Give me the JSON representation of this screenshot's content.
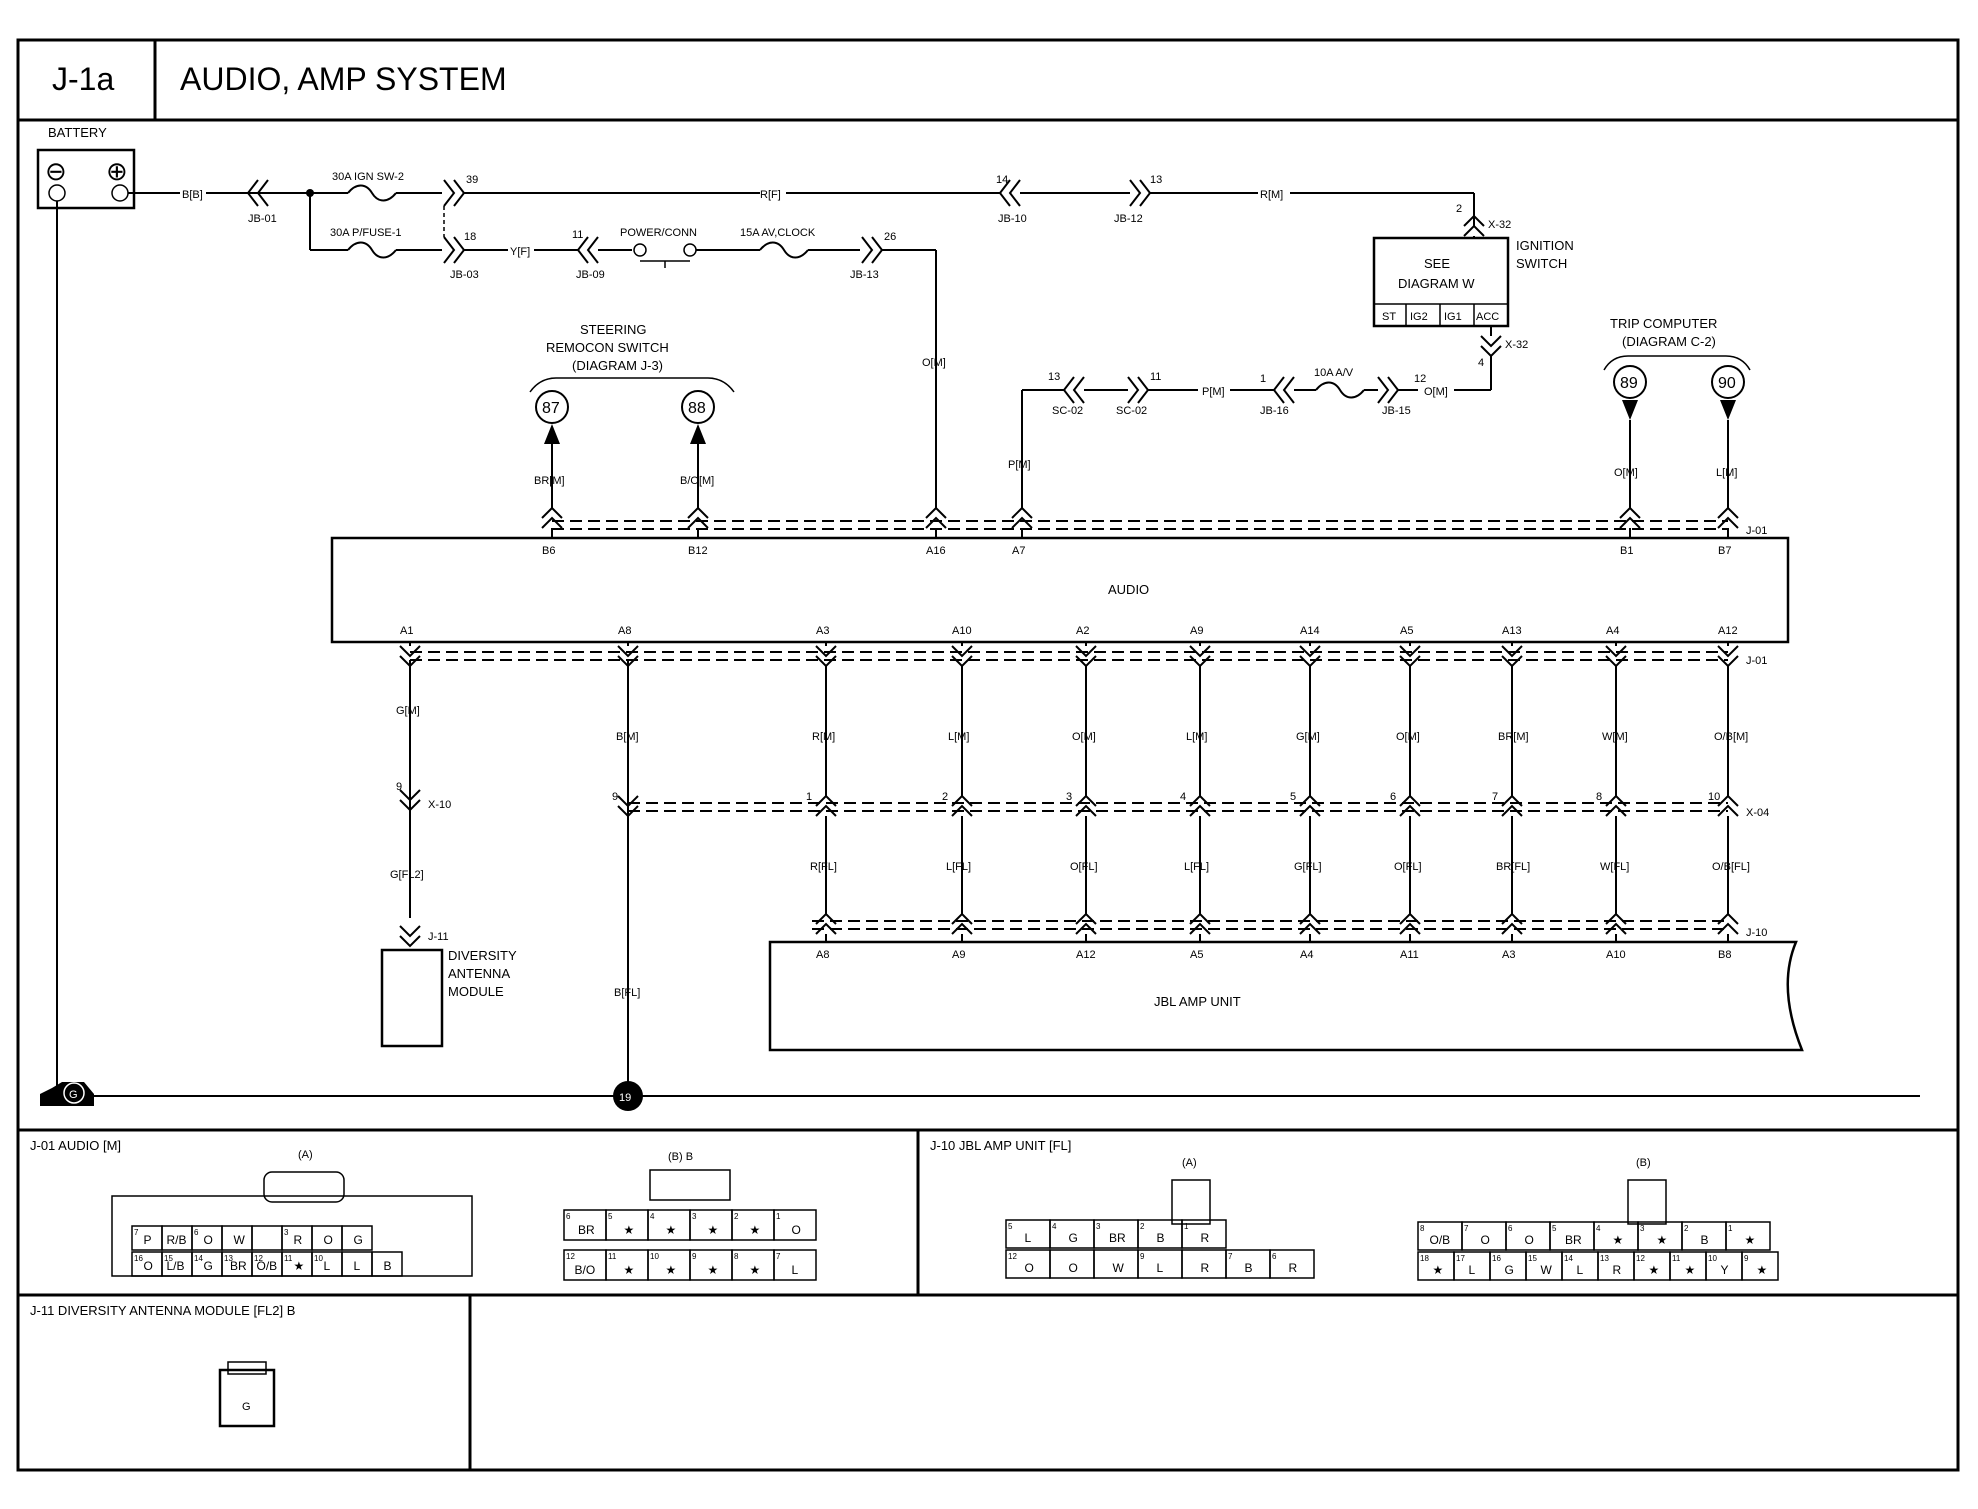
{
  "header": {
    "code": "J-1a",
    "title": "AUDIO, AMP SYSTEM"
  },
  "battery": {
    "label": "BATTERY",
    "neg": "⊖",
    "pos": "⊕",
    "wire": "B[B]"
  },
  "top_wiring": {
    "jb01": "JB-01",
    "fuse_ign": "30A IGN SW-2",
    "fuse_pf": "30A P/FUSE-1",
    "jb03": "JB-03",
    "p39": "39",
    "p18": "18",
    "wire_rf": "R[F]",
    "wire_yf": "Y[F]",
    "p11": "11",
    "jb09": "JB-09",
    "power_conn": "POWER/CONN",
    "fuse_av": "15A AV,CLOCK",
    "p26": "26",
    "jb13": "JB-13",
    "p14": "14",
    "jb10": "JB-10",
    "p13": "13",
    "jb12": "JB-12",
    "wire_rm": "R[M]",
    "p2": "2",
    "x32": "X-32",
    "wire_om_a16": "O[M]"
  },
  "ignition": {
    "see": "SEE",
    "diagram": "DIAGRAM  W",
    "label1": "IGNITION",
    "label2": "SWITCH",
    "terms": [
      "ST",
      "IG2",
      "IG1",
      "ACC"
    ],
    "p4": "4",
    "x32": "X-32"
  },
  "av_feed": {
    "p13": "13",
    "sc02a": "SC-02",
    "p11": "11",
    "sc02b": "SC-02",
    "wire_pm": "P[M]",
    "p1": "1",
    "jb16": "JB-16",
    "fuse": "10A A/V",
    "p12": "12",
    "jb15": "JB-15",
    "wire_om": "O[M]",
    "wire_pm2": "P[M]"
  },
  "steering": {
    "title1": "STEERING",
    "title2": "REMOCON SWITCH",
    "title3": "(DIAGRAM J-3)",
    "c87": "87",
    "c88": "88",
    "w1": "BR[M]",
    "w2": "B/O[M]"
  },
  "trip": {
    "title1": "TRIP COMPUTER",
    "title2": "(DIAGRAM C-2)",
    "c89": "89",
    "c90": "90",
    "w1": "O[M]",
    "w2": "L[M]"
  },
  "audio": {
    "label": "AUDIO",
    "connector": "J-01",
    "top_pins": [
      "B6",
      "B12",
      "A16",
      "A7",
      "B1",
      "B7"
    ],
    "bottom_pins": [
      "A1",
      "A8",
      "A3",
      "A10",
      "A2",
      "A9",
      "A14",
      "A5",
      "A13",
      "A4",
      "A12"
    ]
  },
  "channels": {
    "connector_top": "J-01",
    "connector_mid": "X-04",
    "connector_bot": "J-10",
    "items": [
      {
        "wm": "R[M]",
        "pin": "1",
        "wfl": "R[FL]",
        "amp": "A8"
      },
      {
        "wm": "L[M]",
        "pin": "2",
        "wfl": "L[FL]",
        "amp": "A9"
      },
      {
        "wm": "O[M]",
        "pin": "3",
        "wfl": "O[FL]",
        "amp": "A12"
      },
      {
        "wm": "L[M]",
        "pin": "4",
        "wfl": "L[FL]",
        "amp": "A5"
      },
      {
        "wm": "G[M]",
        "pin": "5",
        "wfl": "G[FL]",
        "amp": "A4"
      },
      {
        "wm": "O[M]",
        "pin": "6",
        "wfl": "O[FL]",
        "amp": "A11"
      },
      {
        "wm": "BR[M]",
        "pin": "7",
        "wfl": "BR[FL]",
        "amp": "A3"
      },
      {
        "wm": "W[M]",
        "pin": "8",
        "wfl": "W[FL]",
        "amp": "A10"
      },
      {
        "wm": "O/B[M]",
        "pin": "10",
        "wfl": "O/B[FL]",
        "amp": "B8"
      }
    ]
  },
  "antenna": {
    "wire_gm": "G[M]",
    "p9": "9",
    "x10": "X-10",
    "wire_gfl2": "G[FL2]",
    "j11": "J-11",
    "label1": "DIVERSITY",
    "label2": "ANTENNA",
    "label3": "MODULE"
  },
  "ground_path": {
    "wire_bm": "B[M]",
    "p9": "9",
    "wire_bfl": "B[FL]",
    "ground_id": "19",
    "g": "G"
  },
  "jbl": {
    "label": "JBL AMP UNIT"
  },
  "connectors": {
    "j01": {
      "title": "J-01 AUDIO [M]",
      "a_label": "(A)",
      "a_row1": [
        [
          "7",
          "P"
        ],
        [
          "",
          "R/B"
        ],
        [
          "6",
          "O"
        ],
        [
          "",
          "W"
        ],
        [
          "",
          ""
        ],
        [
          "3",
          "R"
        ],
        [
          "",
          "O"
        ],
        [
          "",
          "G"
        ]
      ],
      "a_row2": [
        [
          "16",
          "O"
        ],
        [
          "15",
          "L/B"
        ],
        [
          "14",
          "G"
        ],
        [
          "13",
          "BR"
        ],
        [
          "12",
          "O/B"
        ],
        [
          "11",
          "★"
        ],
        [
          "10",
          "L"
        ],
        [
          "",
          "L"
        ],
        [
          "",
          "B"
        ]
      ],
      "b_label": "(B) B",
      "b_row1": [
        [
          "6",
          "BR"
        ],
        [
          "5",
          "★"
        ],
        [
          "4",
          "★"
        ],
        [
          "3",
          "★"
        ],
        [
          "2",
          "★"
        ],
        [
          "1",
          "O"
        ]
      ],
      "b_row2": [
        [
          "12",
          "B/O"
        ],
        [
          "11",
          "★"
        ],
        [
          "10",
          "★"
        ],
        [
          "9",
          "★"
        ],
        [
          "8",
          "★"
        ],
        [
          "7",
          "L"
        ]
      ]
    },
    "j10": {
      "title": "J-10 JBL AMP UNIT [FL]",
      "a_label": "(A)",
      "a_row1": [
        [
          "5",
          "L"
        ],
        [
          "4",
          "G"
        ],
        [
          "3",
          "BR"
        ],
        [
          "2",
          "B"
        ],
        [
          "1",
          "R"
        ]
      ],
      "a_row2": [
        [
          "12",
          "O"
        ],
        [
          "",
          "O"
        ],
        [
          "",
          "W"
        ],
        [
          "9",
          "L"
        ],
        [
          "",
          "R"
        ],
        [
          "7",
          "B"
        ],
        [
          "6",
          "R"
        ]
      ],
      "b_label": "(B)",
      "b_row1": [
        [
          "8",
          "O/B"
        ],
        [
          "7",
          "O"
        ],
        [
          "6",
          "O"
        ],
        [
          "5",
          "BR"
        ],
        [
          "4",
          "★"
        ],
        [
          "3",
          "★"
        ],
        [
          "2",
          "B"
        ],
        [
          "1",
          "★"
        ]
      ],
      "b_row2": [
        [
          "18",
          "★"
        ],
        [
          "17",
          "L"
        ],
        [
          "16",
          "G"
        ],
        [
          "15",
          "W"
        ],
        [
          "14",
          "L"
        ],
        [
          "13",
          "R"
        ],
        [
          "12",
          "★"
        ],
        [
          "11",
          "★"
        ],
        [
          "10",
          "Y"
        ],
        [
          "9",
          "★"
        ]
      ]
    },
    "j11": {
      "title": "J-11 DIVERSITY ANTENNA MODULE [FL2] B",
      "pin": "G"
    }
  }
}
